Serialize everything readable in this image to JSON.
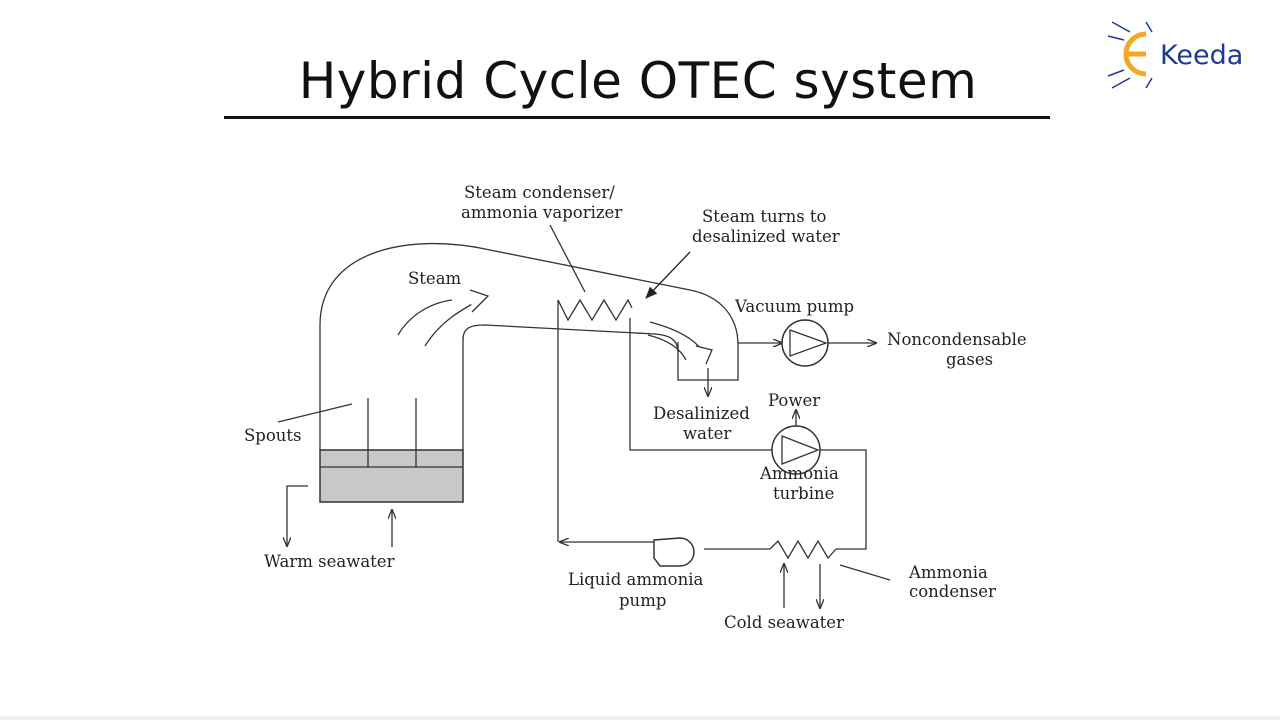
{
  "slide": {
    "title": "Hybrid Cycle OTEC system"
  },
  "logo": {
    "text": "Keeda",
    "icon": "ekeeda-logo-icon",
    "colors": {
      "orange": "#f5a623",
      "blue": "#1f3a93"
    }
  },
  "diagram": {
    "labels": {
      "steam_condenser_1": "Steam condenser/",
      "steam_condenser_2": "ammonia vaporizer",
      "steam_turns_1": "Steam turns to",
      "steam_turns_2": "desalinized water",
      "steam": "Steam",
      "vacuum_pump": "Vacuum pump",
      "noncondensable_1": "Noncondensable",
      "noncondensable_2": "gases",
      "spouts": "Spouts",
      "desalinized_1": "Desalinized",
      "desalinized_2": "water",
      "power": "Power",
      "ammonia_turbine_1": "Ammonia",
      "ammonia_turbine_2": "turbine",
      "warm_seawater": "Warm seawater",
      "liquid_ammonia_1": "Liquid ammonia",
      "liquid_ammonia_2": "pump",
      "cold_seawater": "Cold seawater",
      "ammonia_condenser_1": "Ammonia",
      "ammonia_condenser_2": "condenser"
    },
    "colors": {
      "line": "#333333",
      "tank_fill": "#c8c8c8"
    }
  }
}
